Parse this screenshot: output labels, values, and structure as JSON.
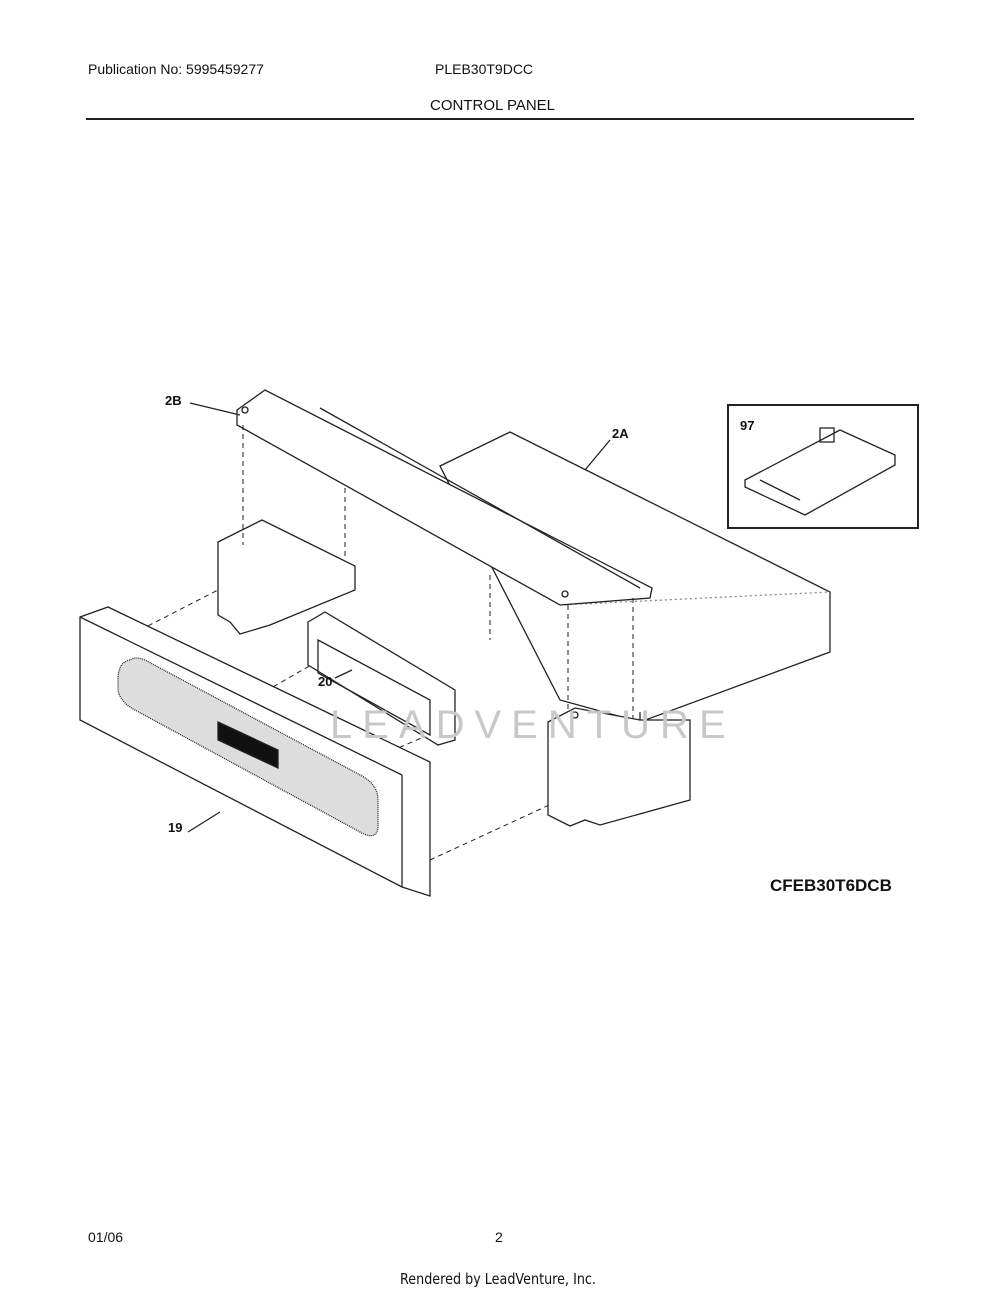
{
  "header": {
    "publication": "Publication No: 5995459277",
    "model": "PLEB30T9DCC",
    "section_title": "CONTROL PANEL"
  },
  "diagram": {
    "callouts": {
      "cover": "2B",
      "body": "2A",
      "inset": "97",
      "board": "20",
      "panel": "19"
    },
    "figure_code": "CFEB30T6DCB",
    "watermark": "LEADVENTURE"
  },
  "footer": {
    "date": "01/06",
    "page": "2",
    "rendered_by": "Rendered by LeadVenture, Inc."
  }
}
